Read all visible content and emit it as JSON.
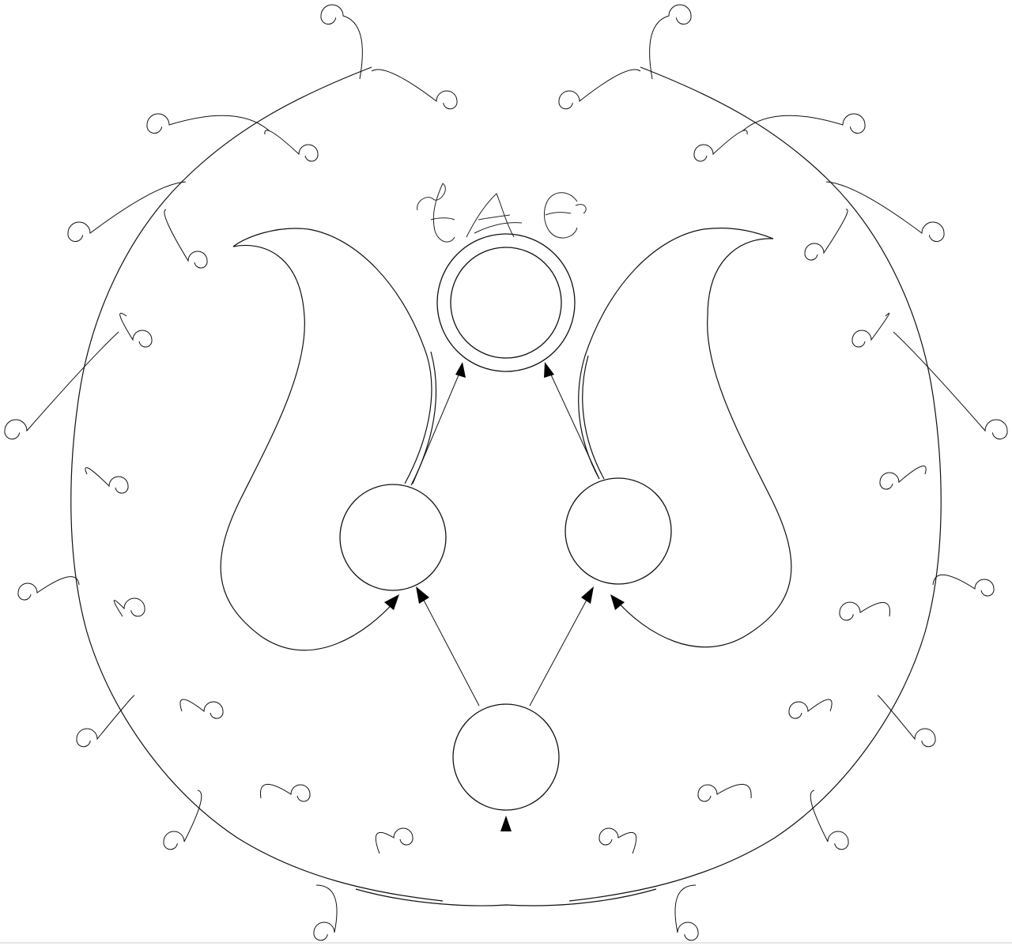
{
  "diagram": {
    "kind": "automaton-state-diagram",
    "monogram_text": "TAE",
    "nodes": [
      {
        "id": "bottom",
        "accepting": false,
        "initial": true
      },
      {
        "id": "left",
        "accepting": false,
        "initial": false
      },
      {
        "id": "right",
        "accepting": false,
        "initial": false
      },
      {
        "id": "top",
        "accepting": true,
        "initial": false
      }
    ],
    "edges": [
      {
        "from": "bottom",
        "to": "left"
      },
      {
        "from": "bottom",
        "to": "right"
      },
      {
        "from": "left",
        "to": "top"
      },
      {
        "from": "right",
        "to": "top"
      },
      {
        "from": "left",
        "to": "left",
        "type": "self-loop"
      },
      {
        "from": "right",
        "to": "right",
        "type": "self-loop"
      }
    ],
    "ornament": "vine-wreath",
    "colors": {
      "ink": "#111111",
      "background": "#ffffff"
    }
  }
}
